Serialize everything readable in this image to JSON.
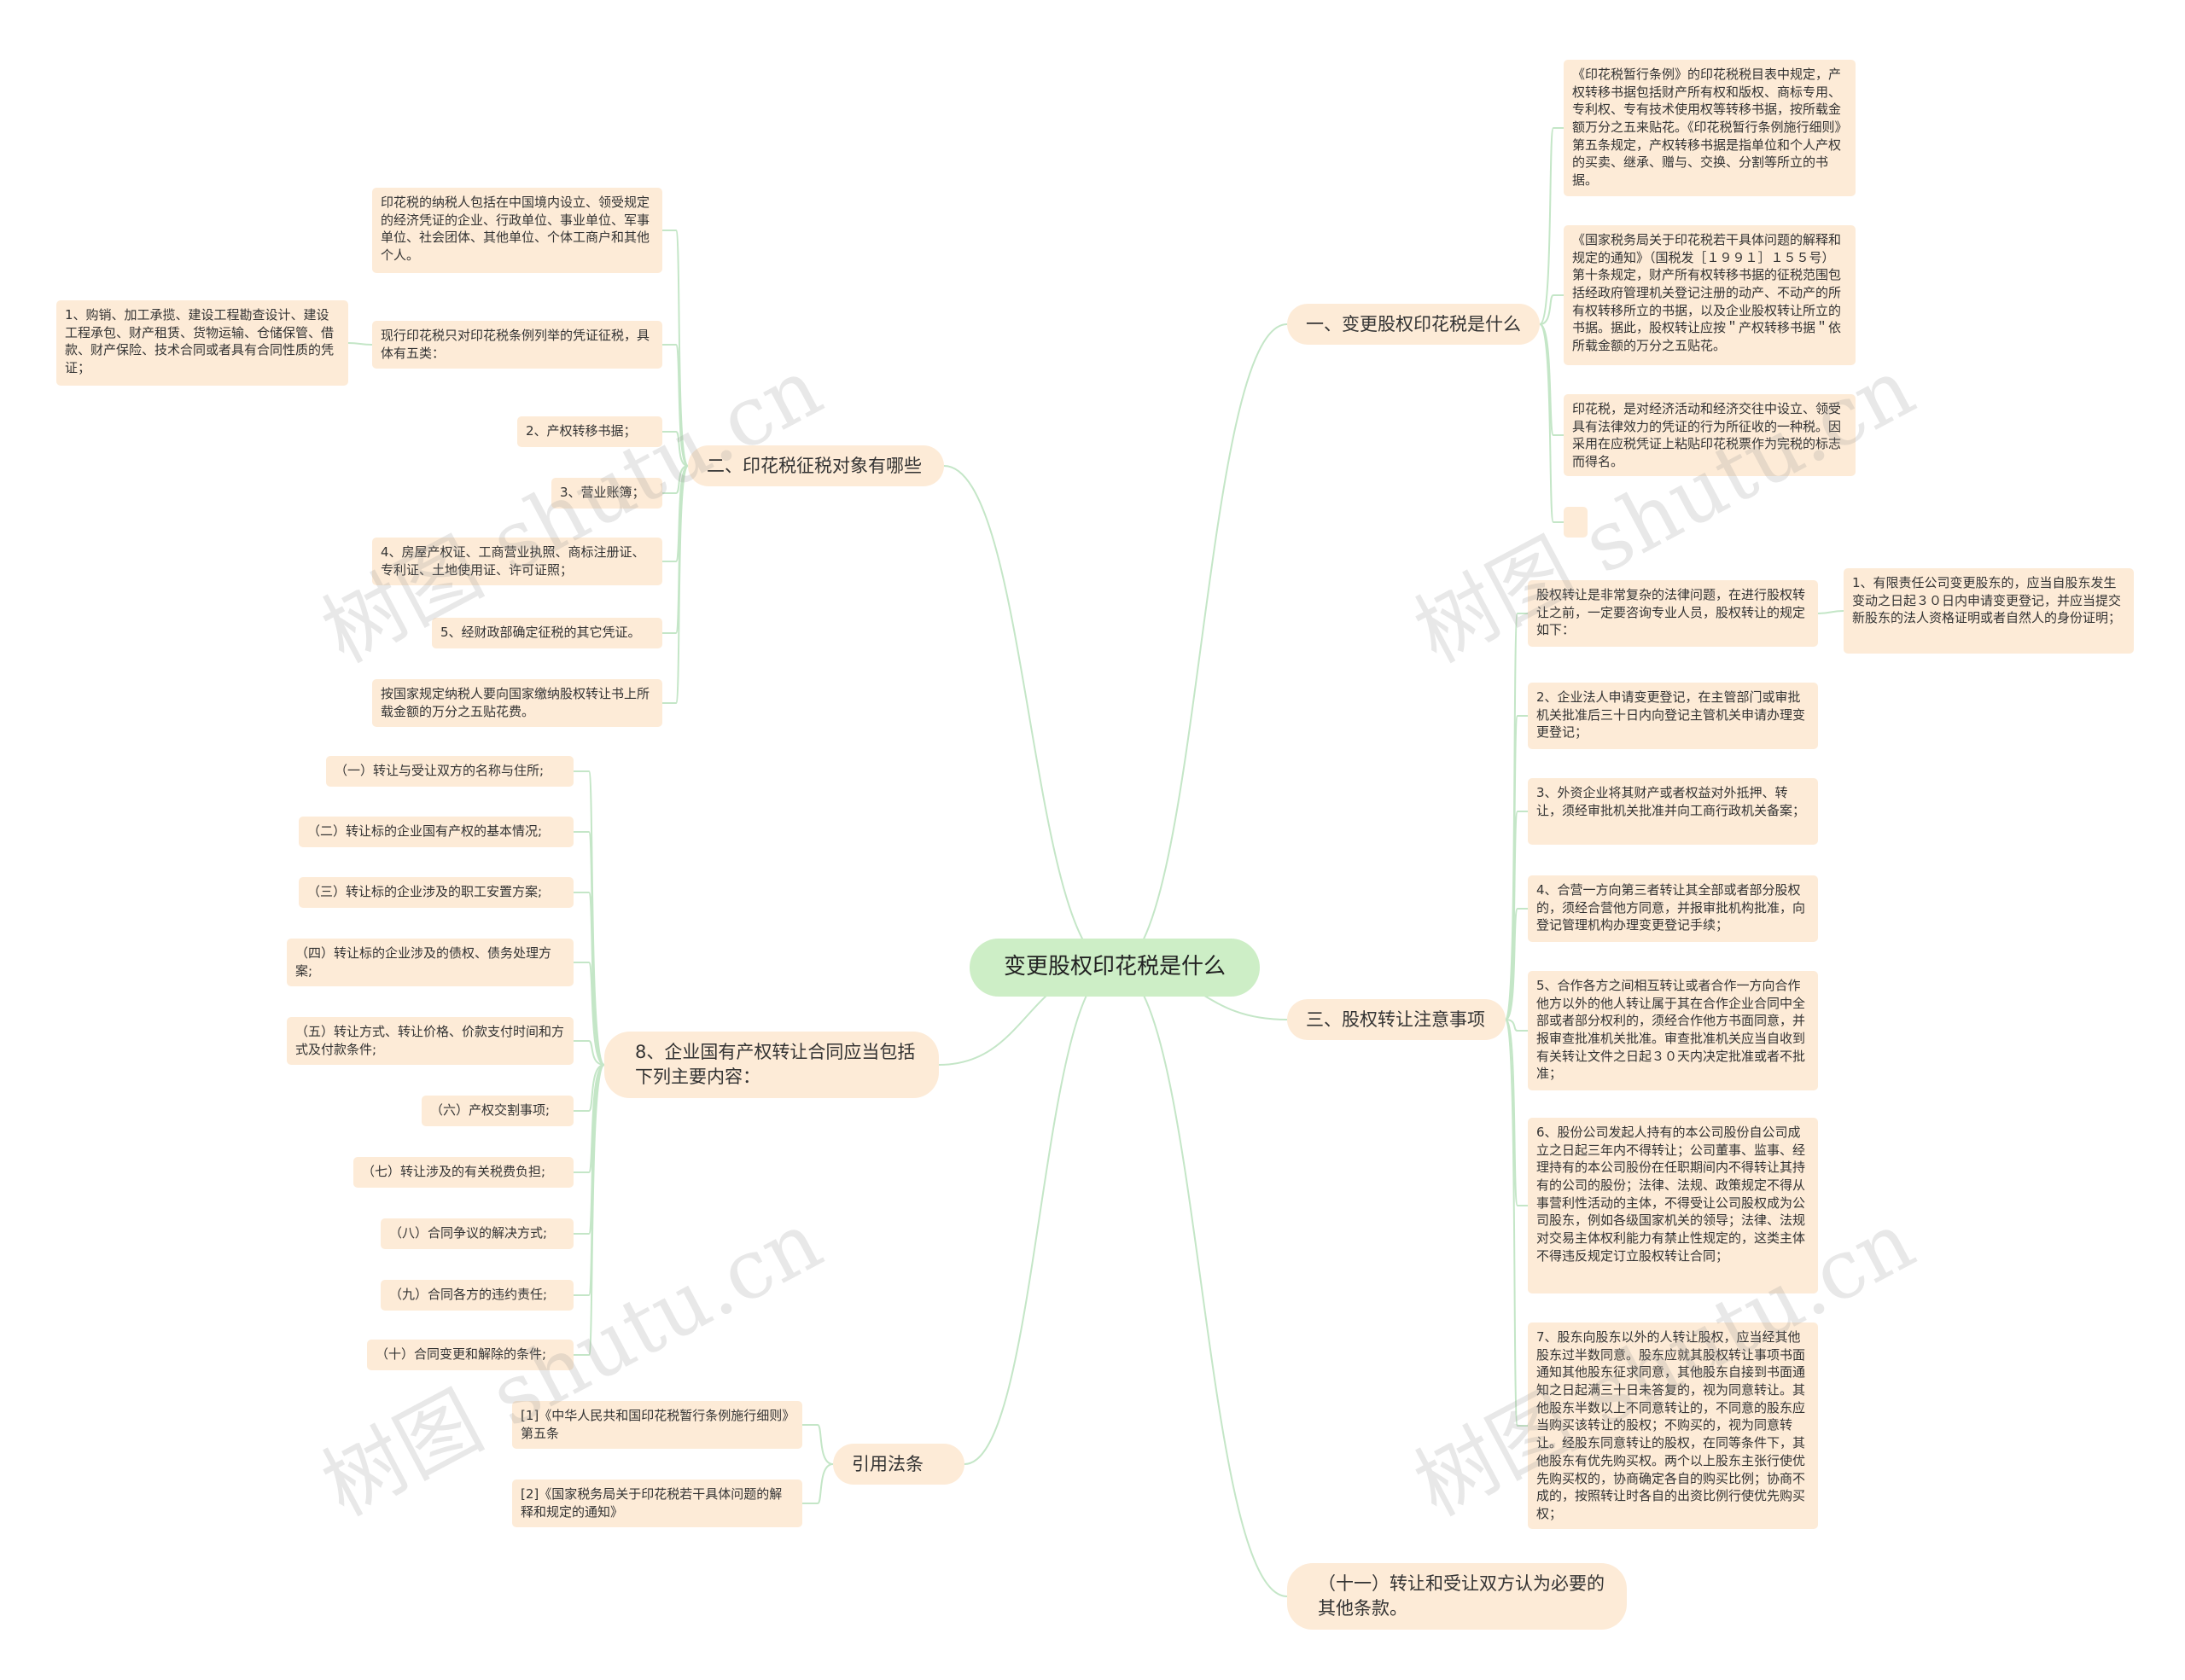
{
  "center": {
    "label": "变更股权印花税是什么"
  },
  "branches": {
    "b1": "一、变更股权印花税是什么",
    "b2": "二、印花税征税对象有哪些",
    "b3": "三、股权转让注意事项",
    "b4": "8、企业国有产权转让合同应当包括下列主要内容：",
    "b5": "引用法条",
    "b6": "（十一）转让和受让双方认为必要的其他条款。"
  },
  "leaves": {
    "b1": [
      "《印花税暂行条例》的印花税税目表中规定，产权转移书据包括财产所有权和版权、商标专用、专利权、专有技术使用权等转移书据，按所载金额万分之五来贴花。《印花税暂行条例施行细则》第五条规定，产权转移书据是指单位和个人产权的买卖、继承、赠与、交换、分割等所立的书据。",
      "《国家税务局关于印花税若干具体问题的解释和规定的通知》（国税发［１９９１］１５５号）第十条规定，财产所有权转移书据的征税范围包括经政府管理机关登记注册的动产、不动产的所有权转移所立的书据，以及企业股权转让所立的书据。据此，股权转让应按＂产权转移书据＂依所载金额的万分之五贴花。",
      "印花税，是对经济活动和经济交往中设立、领受具有法律效力的凭证的行为所征收的一种税。因采用在应税凭证上粘贴印花税票作为完税的标志而得名。",
      ""
    ],
    "b2": [
      "印花税的纳税人包括在中国境内设立、领受规定的经济凭证的企业、行政单位、事业单位、军事单位、社会团体、其他单位、个体工商户和其他个人。",
      "现行印花税只对印花税条例列举的凭证征税，具体有五类：",
      "2、产权转移书据；",
      "3、营业账簿；",
      "4、房屋产权证、工商营业执照、商标注册证、专利证、土地使用证、许可证照；",
      "5、经财政部确定征税的其它凭证。",
      "按国家规定纳税人要向国家缴纳股权转让书上所载金额的万分之五贴花费。"
    ],
    "b2_sub": "1、购销、加工承揽、建设工程勘查设计、建设工程承包、财产租赁、货物运输、仓储保管、借款、财产保险、技术合同或者具有合同性质的凭证；",
    "b3": [
      "股权转让是非常复杂的法律问题，在进行股权转让之前，一定要咨询专业人员，股权转让的规定如下：",
      "2、企业法人申请变更登记，在主管部门或审批机关批准后三十日内向登记主管机关申请办理变更登记；",
      "3、外资企业将其财产或者权益对外抵押、转让，须经审批机关批准并向工商行政机关备案；",
      "4、合营一方向第三者转让其全部或者部分股权的，须经合营他方同意，并报审批机构批准，向登记管理机构办理变更登记手续；",
      "5、合作各方之间相互转让或者合作一方向合作他方以外的他人转让属于其在合作企业合同中全部或者部分权利的，须经合作他方书面同意，并报审查批准机关批准。审查批准机关应当自收到有关转让文件之日起３０天内决定批准或者不批准；",
      "6、股份公司发起人持有的本公司股份自公司成立之日起三年内不得转让；公司董事、监事、经理持有的本公司股份在任职期间内不得转让其持有的公司的股份；法律、法规、政策规定不得从事营利性活动的主体，不得受让公司股权成为公司股东，例如各级国家机关的领导；法律、法规对交易主体权利能力有禁止性规定的，这类主体不得违反规定订立股权转让合同；",
      "7、股东向股东以外的人转让股权，应当经其他股东过半数同意。股东应就其股权转让事项书面通知其他股东征求同意，其他股东自接到书面通知之日起满三十日未答复的，视为同意转让。其他股东半数以上不同意转让的，不同意的股东应当购买该转让的股权；不购买的，视为同意转让。经股东同意转让的股权，在同等条件下，其他股东有优先购买权。两个以上股东主张行使优先购买权的，协商确定各自的购买比例；协商不成的，按照转让时各自的出资比例行使优先购买权；"
    ],
    "b3_sub": "1、有限责任公司变更股东的，应当自股东发生变动之日起３０日内申请变更登记，并应当提交新股东的法人资格证明或者自然人的身份证明；",
    "b4": [
      "（一）转让与受让双方的名称与住所;",
      "（二）转让标的企业国有产权的基本情况;",
      "（三）转让标的企业涉及的职工安置方案;",
      "（四）转让标的企业涉及的债权、债务处理方案;",
      "（五）转让方式、转让价格、价款支付时间和方式及付款条件;",
      "（六）产权交割事项;",
      "（七）转让涉及的有关税费负担;",
      "（八）合同争议的解决方式;",
      "（九）合同各方的违约责任;",
      "（十）合同变更和解除的条件;"
    ],
    "b5": [
      "[1]《中华人民共和国印花税暂行条例施行细则》第五条",
      "[2]《国家税务局关于印花税若干具体问题的解释和规定的通知》"
    ]
  },
  "watermarks": [
    "树图 shutu.cn",
    "树图 shutu.cn",
    "树图 shutu.cn",
    "树图 shutu.cn"
  ],
  "colors": {
    "line": "#c4e6c7",
    "leaf_bg": "#fdebd7",
    "center_bg": "#cdeec6"
  }
}
